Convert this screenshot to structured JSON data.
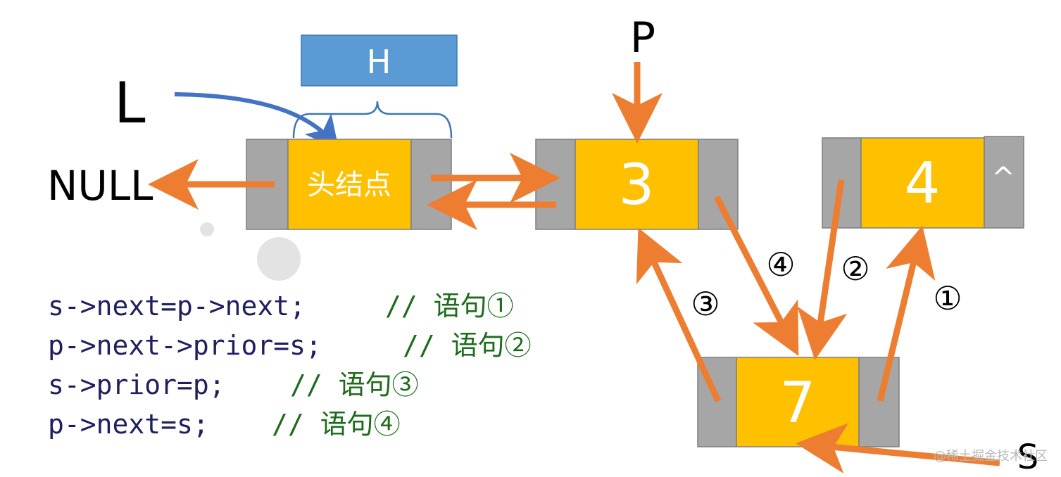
{
  "labels": {
    "head_pointer": "L",
    "head_bracket": "H",
    "null": "NULL",
    "p_pointer": "P",
    "s_pointer": "S",
    "watermark": "@稀土掘金技术社区"
  },
  "nodes": {
    "head": "头结点",
    "p_node": "3",
    "next_node": "4",
    "next_null_mark": "^",
    "s_node": "7"
  },
  "step_numbers": {
    "one": "①",
    "two": "②",
    "three": "③",
    "four": "④"
  },
  "code": [
    {
      "stmt": "s->next=p->next;",
      "comment": "// 语句①"
    },
    {
      "stmt": "p->next->prior=s;",
      "comment": "// 语句②"
    },
    {
      "stmt": "s->prior=p;",
      "comment": "// 语句③"
    },
    {
      "stmt": "p->next=s;",
      "comment": "// 语句④"
    }
  ],
  "colors": {
    "node_fill": "#FFC000",
    "pointer_field": "#A6A6A6",
    "arrow": "#ED7D31",
    "head_arrow": "#4472C4",
    "bracket_box": "#5B9BD5",
    "code_text": "#1F1F5F",
    "comment_text": "#1E6B1E"
  }
}
